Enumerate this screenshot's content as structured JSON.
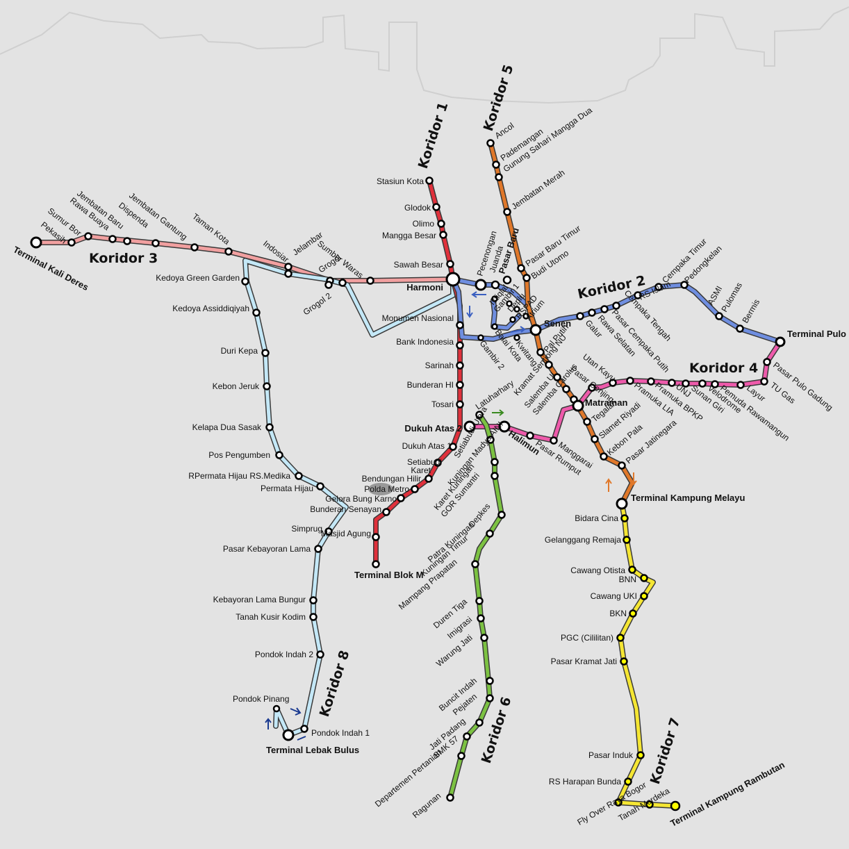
{
  "corridors": [
    {
      "id": "k1",
      "label": "Koridor 1",
      "color": "#e0303b"
    },
    {
      "id": "k2",
      "label": "Koridor 2",
      "color": "#6f8ee0"
    },
    {
      "id": "k3",
      "label": "Koridor 3",
      "color": "#f1a0a0"
    },
    {
      "id": "k4",
      "label": "Koridor 4",
      "color": "#ee5aab"
    },
    {
      "id": "k5",
      "label": "Koridor 5",
      "color": "#e0782a"
    },
    {
      "id": "k6",
      "label": "Koridor 6",
      "color": "#7cc242"
    },
    {
      "id": "k7",
      "label": "Koridor 7",
      "color": "#f5e633"
    },
    {
      "id": "k8",
      "label": "Koridor 8",
      "color": "#c4e8f7"
    }
  ],
  "stations": {
    "terminal_kali_deres": "Terminal Kali Deres",
    "pekasih": "Pekasih",
    "sumur_bor": "Sumur Bor",
    "rawa_buaya": "Rawa Buaya",
    "jembatan_baru": "Jembatan Baru",
    "dispenda": "Dispenda",
    "jembatan_gantung": "Jembatan Gantung",
    "taman_kota": "Taman Kota",
    "indosiar": "Indosiar",
    "jelambar": "Jelambar",
    "grogol": "Grogol",
    "grogol_2": "Grogol 2",
    "sumber_waras": "Sumber Waras",
    "stasiun_kota": "Stasiun Kota",
    "glodok": "Glodok",
    "olimo": "Olimo",
    "mangga_besar": "Mangga Besar",
    "sawah_besar": "Sawah Besar",
    "harmoni": "Harmoni",
    "monumen_nasional": "Monumen Nasional",
    "bank_indonesia": "Bank Indonesia",
    "sarinah": "Sarinah",
    "bunderan_hi": "Bunderan HI",
    "tosari": "Tosari",
    "dukuh_atas_2": "Dukuh Atas 2",
    "dukuh_atas_1": "Dukuh Atas 1",
    "setiabudi": "Setiabudi",
    "karet": "Karet",
    "bendungan_hilir": "Bendungan Hilir",
    "polda_metro": "Polda Metro",
    "gelora_bung_karno": "Gelora Bung Karno",
    "bunderan_senayan": "Bunderan Senayan",
    "masjid_agung": "Masjid Agung",
    "terminal_blok_m": "Terminal Blok M",
    "kedoya_green_garden": "Kedoya Green Garden",
    "kedoya_assiddiqiyah": "Kedoya Assiddiqiyah",
    "duri_kepa": "Duri Kepa",
    "kebon_jeruk": "Kebon Jeruk",
    "kelapa_dua_sasak": "Kelapa Dua Sasak",
    "pos_pengumben": "Pos Pengumben",
    "permata_hijau_rs_medika": "RPermata Hijau RS.Medika",
    "permata_hijau": "Permata Hijau",
    "simprug": "Simprug",
    "pasar_kebayoran_lama": "Pasar Kebayoran Lama",
    "kebayoran_lama_bungur": "Kebayoran Lama Bungur",
    "tanah_kusir_kodim": "Tanah Kusir Kodim",
    "pondok_indah_2": "Pondok Indah 2",
    "pondok_pinang": "Pondok Pinang",
    "pondok_indah_1": "Pondok Indah 1",
    "terminal_lebak_bulus": "Terminal Lebak Bulus",
    "ancol": "Ancol",
    "pademangan": "Pademangan",
    "gunung_sahari_mangga_dua": "Gunung Sahari Mangga Dua",
    "jembatan_merah": "Jembatan Merah",
    "pasar_baru_timur": "Pasar Baru Timur",
    "budi_utomo": "Budi Utomo",
    "pasar_baru": "Pasar Baru",
    "pecenongan": "Pecenongan",
    "juanda": "Juanda",
    "istiqlal": "Istiqlal",
    "gambir_1": "Gambir 1",
    "deplu": "Deplu",
    "rspad": "RSPAD",
    "atrium": "Atrium",
    "senen": "Senen",
    "balai_kota": "Balai Kota",
    "gambir_2": "Gambir 2",
    "kwitang": "Kwitang",
    "galur": "Galur",
    "rawa_selatan": "Rawa Selatan",
    "pasar_cempaka_putih": "Pasar Cempaka Putih",
    "cempaka_tengah": "Cempaka Tengah",
    "rs_islam": "RS Islam",
    "cempaka_timur": "Cempaka Timur",
    "pedongkelan": "Pedongkelan",
    "asmi": "ASMI",
    "pulomas": "Pulomas",
    "bermis": "Bermis",
    "terminal_pulo_gadung": "Terminal Pulo Gadung",
    "pasar_pulo_gadung": "Pasar Pulo Gadung",
    "tu_gas": "TU Gas",
    "layur": "Layur",
    "pemuda_rawamangun": "Pemuda Rawamangun",
    "velodrome": "Velodrome",
    "sunan_giri": "Sunan Giri",
    "unj": "UNJ",
    "pramuka_bpkp": "Pramuka BPKP",
    "pramuka_lia": "Pramuka LIA",
    "utan_kayu": "Utan Kayu",
    "pasar_genjing": "Pasar Genjing",
    "matraman": "Matraman",
    "pal_putih": "Pal Putih",
    "kramat_sentiong_nu": "Kramat Sentiong NU",
    "salemba_ui": "Salemba UI",
    "salemba_carolus": "Salemba Carolus",
    "tegalan": "Tegalan",
    "slamet_riyadi": "Slamet Riyadi",
    "kebon_pala": "Kebon Pala",
    "pasar_jatinegara": "Pasar Jatinegara",
    "terminal_kampung_melayu": "Terminal Kampung Melayu",
    "latuharhary": "Latuharhary",
    "halimun": "Halimun",
    "pasar_rumput": "Pasar Rumput",
    "manggarai": "Manggarai",
    "setiabudi_utara": "Setiabudi Utara",
    "kuningan_madya_aini": "Kuningan Madya AINI",
    "karet_kuningan": "Karet Kuningan",
    "gor_sumantri": "GOR Sumantri",
    "depkes": "Depkes",
    "patra_kuningan": "Patra Kuningan",
    "kuningan_timur": "Kuningan Timur",
    "mampang_prapatan": "Mampang Prapatan",
    "duren_tiga": "Duren Tiga",
    "imigrasi": "Imigrasi",
    "warung_jati": "Warung Jati",
    "buncit_indah": "Buncit Indah",
    "pejaten": "Pejaten",
    "jati_padang": "Jati Padang",
    "smk_57": "SMK 57",
    "departemen_pertanian": "Departemen Pertanian",
    "ragunan": "Ragunan",
    "bidara_cina": "Bidara Cina",
    "gelanggang_remaja": "Gelanggang Remaja",
    "cawang_otista": "Cawang Otista",
    "bnn": "BNN",
    "cawang_uki": "Cawang UKI",
    "bkn": "BKN",
    "pgc_cililitan": "PGC (Cililitan)",
    "pasar_kramat_jati": "Pasar Kramat Jati",
    "pasar_induk": "Pasar Induk",
    "rs_harapan_bunda": "RS Harapan Bunda",
    "fly_over_raya_bogor": "Fly Over Raya Bogor",
    "tanah_merdeka": "Tanah Merdeka",
    "terminal_kampung_rambutan": "Terminal Kampung Rambutan"
  }
}
